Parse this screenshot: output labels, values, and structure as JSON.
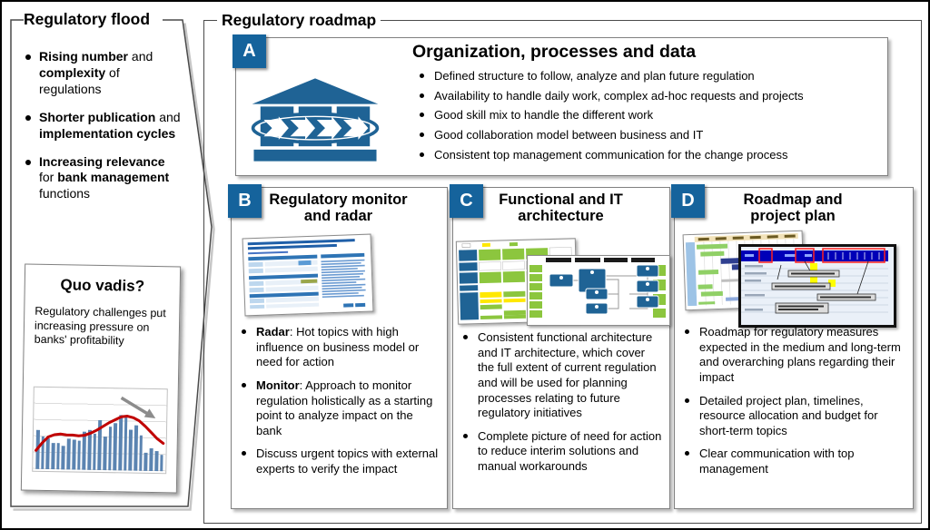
{
  "slide": {
    "flood": {
      "title": "Regulatory flood",
      "bullets": [
        {
          "segments": [
            {
              "t": "Rising number",
              "b": true
            },
            {
              "t": " and "
            },
            {
              "t": "complexity",
              "b": true
            },
            {
              "t": " of regulations"
            }
          ]
        },
        {
          "segments": [
            {
              "t": "Shorter publication",
              "b": true
            },
            {
              "t": " and "
            },
            {
              "t": "implementation cycles",
              "b": true
            }
          ]
        },
        {
          "segments": [
            {
              "t": "Increasing relevance",
              "b": true
            },
            {
              "t": " for "
            },
            {
              "t": "bank management",
              "b": true
            },
            {
              "t": " functions"
            }
          ]
        }
      ],
      "quo_vadis": {
        "title": "Quo vadis?",
        "text": "Regulatory challenges put increasing pressure on banks' profitability"
      }
    },
    "roadmap": {
      "title": "Regulatory roadmap",
      "sections": {
        "A": {
          "badge": "A",
          "title": "Organization, processes and data",
          "bullets": [
            "Defined structure to follow, analyze and plan future regulation",
            "Availability to handle daily work, complex ad-hoc requests and projects",
            "Good skill mix to handle the different work",
            "Good collaboration model between business and IT",
            "Consistent top management communication for the change process"
          ]
        },
        "B": {
          "badge": "B",
          "title": "Regulatory monitor and radar",
          "bullets": [
            {
              "segments": [
                {
                  "t": "Radar",
                  "b": true
                },
                {
                  "t": ": Hot topics with high influence on business model or need for action"
                }
              ]
            },
            {
              "segments": [
                {
                  "t": "Monitor",
                  "b": true
                },
                {
                  "t": ": Approach to monitor regulation holistically as a starting point to analyze impact on the bank"
                }
              ]
            },
            {
              "segments": [
                {
                  "t": "Discuss urgent topics with external experts to verify the impact"
                }
              ]
            }
          ]
        },
        "C": {
          "badge": "C",
          "title": "Functional and IT architecture",
          "bullets": [
            "Consistent functional architecture and IT architecture, which cover the full extent of current regulation and will be used for planning processes relating to future regulatory initiatives",
            "Complete picture of need for action to reduce interim solutions and manual workarounds"
          ]
        },
        "D": {
          "badge": "D",
          "title": "Roadmap and project plan",
          "bullets": [
            "Roadmap for regulatory measures expected in the medium and long-term and overarching plans regarding their impact",
            "Detailed project plan, timelines, resource allocation and budget for short-term topics",
            "Clear communication with top management"
          ]
        }
      }
    }
  },
  "chart_data": {
    "type": "bar",
    "title": "Quo vadis? mini chart (no axis labels, sparkline style)",
    "bars": [
      52,
      44,
      41,
      35,
      35,
      32,
      41,
      40,
      39,
      51,
      54,
      49,
      67,
      45,
      59,
      64,
      75,
      75,
      55,
      61,
      47,
      24,
      31,
      27,
      22
    ],
    "line": [
      22,
      32,
      40,
      43,
      44,
      43,
      43,
      42,
      43,
      46,
      50,
      55,
      60,
      64,
      68,
      69,
      67,
      63,
      56,
      48,
      40,
      34
    ],
    "ylim": [
      0,
      100
    ],
    "legend": "none",
    "grid": "horizontal light gray",
    "annotations": [
      "gray arrow pointing down-right at top right"
    ],
    "colors": {
      "bar": "#5B84B1",
      "line": "#C00000",
      "arrow": "#8c8c8c"
    }
  },
  "colors": {
    "badge_blue": "#15639C",
    "icon_blue": "#1F6395",
    "border_gray": "#808080",
    "thumb_green": "#8CC63E",
    "thumb_yellow": "#FFE800",
    "thumb_navy": "#0000B8"
  }
}
